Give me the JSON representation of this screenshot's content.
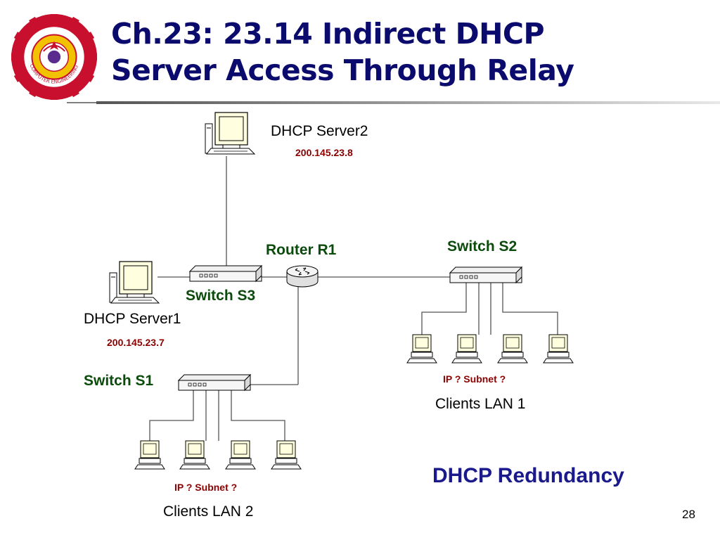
{
  "slide": {
    "title_line1": "Ch.23: 23.14 Indirect DHCP",
    "title_line2": "Server Access Through Relay",
    "page_number": "28",
    "footer_note": "DHCP Redundancy"
  },
  "logo": {
    "text": "COMPUTER ENGINEERING",
    "icon": "university-seal-icon"
  },
  "diagram": {
    "dhcp_server2": {
      "name": "DHCP Server2",
      "ip": "200.145.23.8"
    },
    "dhcp_server1": {
      "name": "DHCP Server1",
      "ip": "200.145.23.7"
    },
    "router_r1": "Router R1",
    "switch_s1": "Switch S1",
    "switch_s2": "Switch S2",
    "switch_s3": "Switch S3",
    "lan1": {
      "name": "Clients LAN 1",
      "ip": "IP ? Subnet ?"
    },
    "lan2": {
      "name": "Clients LAN 2",
      "ip": "IP ? Subnet ?"
    }
  },
  "colors": {
    "title": "#0b0b6e",
    "device_label": "#0b4b0b",
    "ip_label": "#8b0000",
    "note": "#1a1a8c",
    "logo_red": "#c8102e"
  }
}
